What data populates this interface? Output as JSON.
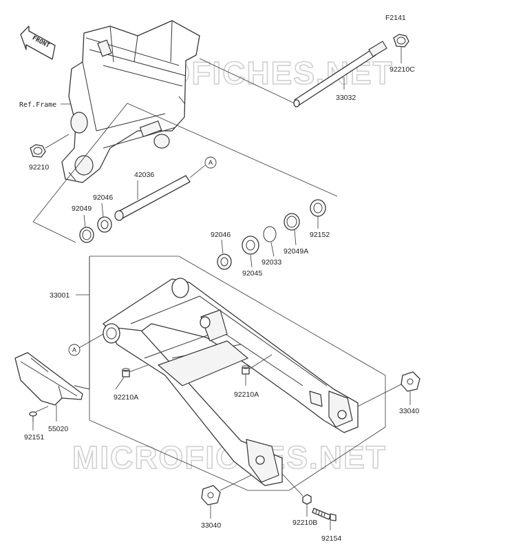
{
  "figure_id": "F2141",
  "front_label": "FRONT",
  "ref_frame": "Ref.Frame",
  "watermark": "MICROFICHES.NET",
  "callout": "A",
  "parts": {
    "p92210": "92210",
    "p92210C": "92210C",
    "p33032": "33032",
    "p42036": "42036",
    "p92046_top": "92046",
    "p92049": "92049",
    "p92046_mid": "92046",
    "p92045": "92045",
    "p92033": "92033",
    "p92049A": "92049A",
    "p92152": "92152",
    "p33001": "33001",
    "p92210A_left": "92210A",
    "p92210A_right": "92210A",
    "p55020": "55020",
    "p92151": "92151",
    "p33040_right": "33040",
    "p33040_bottom": "33040",
    "p92210B": "92210B",
    "p92154": "92154"
  }
}
